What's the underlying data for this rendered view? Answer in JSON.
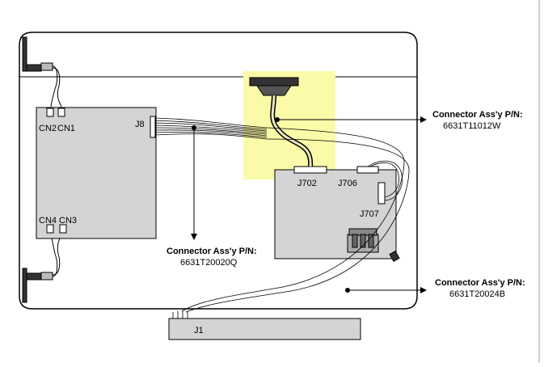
{
  "boards": {
    "cn2": "CN2",
    "cn1": "CN1",
    "cn4": "CN4",
    "cn3": "CN3",
    "j8": "J8",
    "j702": "J702",
    "j706": "J706",
    "j707": "J707",
    "j1": "J1"
  },
  "callouts": {
    "c1_title": "Connector Ass'y P/N:",
    "c1_pn": "6631T11012W",
    "c2_title": "Connector Ass'y P/N:",
    "c2_pn": "6631T20020Q",
    "c3_title": "Connector Ass'y P/N:",
    "c3_pn": "6631T20024B"
  },
  "colors": {
    "highlight": "#fbfaa8",
    "board": "#d4d4d4",
    "stroke": "#000000"
  }
}
